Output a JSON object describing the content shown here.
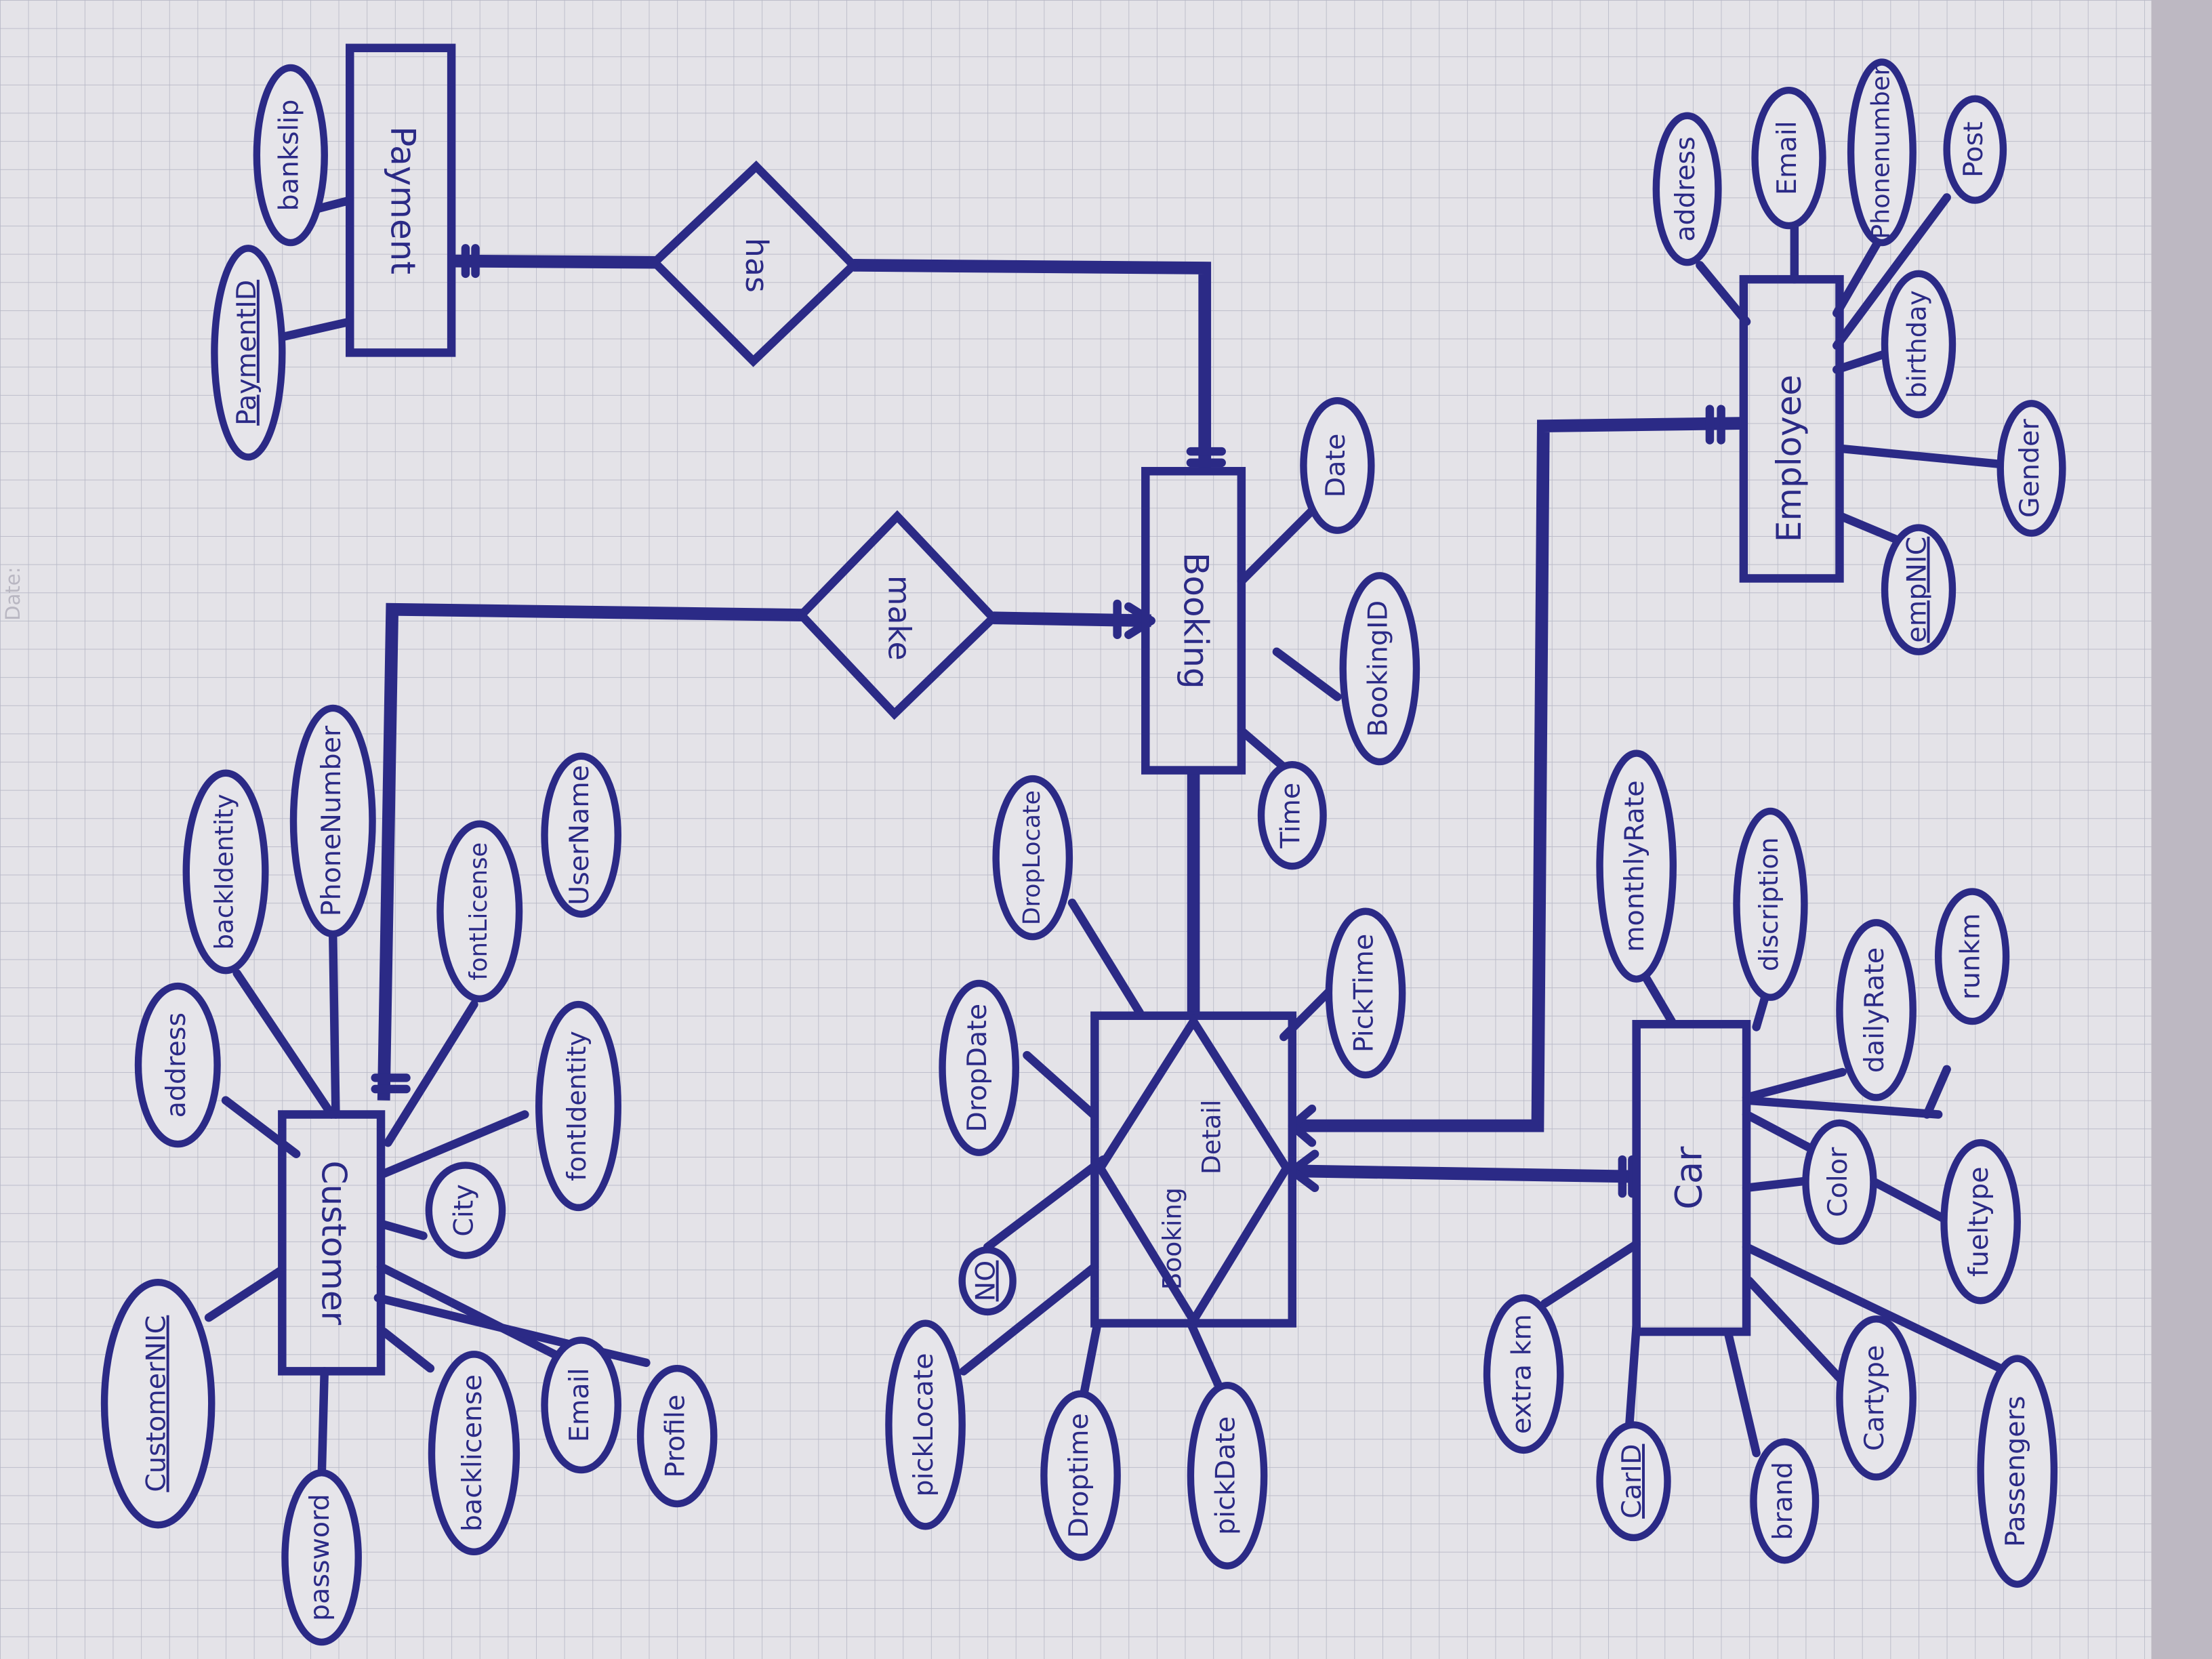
{
  "page_header": {
    "date_label": "Date:"
  },
  "entities": [
    {
      "id": "customer",
      "label": "Customer"
    },
    {
      "id": "booking",
      "label": "Booking"
    },
    {
      "id": "payment",
      "label": "Payment"
    },
    {
      "id": "employee",
      "label": "Employee"
    },
    {
      "id": "car",
      "label": "Car"
    }
  ],
  "associative_entity": {
    "id": "bookingdetail",
    "label_lines": [
      "Booking",
      "Detail"
    ]
  },
  "relationships": [
    {
      "id": "make",
      "label": "make"
    },
    {
      "id": "has",
      "label": "has"
    }
  ],
  "attributes": [
    {
      "id": "cust_nic",
      "label": "CustomerNIC",
      "key": true
    },
    {
      "id": "cust_address",
      "label": "address",
      "key": false
    },
    {
      "id": "cust_backidentity",
      "label": "backIdentity",
      "key": false
    },
    {
      "id": "cust_phone",
      "label": "PhoneNumber",
      "key": false
    },
    {
      "id": "cust_fontlicense",
      "label": "fontLicense",
      "key": false
    },
    {
      "id": "cust_username",
      "label": "UserName",
      "key": false
    },
    {
      "id": "cust_fontidentity",
      "label": "fontIdentity",
      "key": false
    },
    {
      "id": "cust_city",
      "label": "City",
      "key": false
    },
    {
      "id": "cust_backlicense",
      "label": "backlicense",
      "key": false
    },
    {
      "id": "cust_email",
      "label": "Email",
      "key": false
    },
    {
      "id": "cust_profile",
      "label": "Profile",
      "key": false
    },
    {
      "id": "cust_password",
      "label": "password",
      "key": false
    },
    {
      "id": "pay_id",
      "label": "PaymentID",
      "key": true
    },
    {
      "id": "pay_bankslip",
      "label": "bankslip",
      "key": false
    },
    {
      "id": "book_date",
      "label": "Date",
      "key": false
    },
    {
      "id": "book_id",
      "label": "BookingID",
      "key": false
    },
    {
      "id": "book_time",
      "label": "Time",
      "key": false
    },
    {
      "id": "bd_droplocate",
      "label": "DropLocate",
      "key": false
    },
    {
      "id": "bd_dropdate",
      "label": "DropDate",
      "key": false
    },
    {
      "id": "bd_no",
      "label": "NO",
      "key": true
    },
    {
      "id": "bd_picklocate",
      "label": "pickLocate",
      "key": false
    },
    {
      "id": "bd_droptime",
      "label": "Droptime",
      "key": false
    },
    {
      "id": "bd_pickdate",
      "label": "pickDate",
      "key": false
    },
    {
      "id": "bd_picktime",
      "label": "PickTime",
      "key": false
    },
    {
      "id": "emp_address",
      "label": "address",
      "key": false
    },
    {
      "id": "emp_email",
      "label": "Email",
      "key": false
    },
    {
      "id": "emp_phone",
      "label": "Phonenumber",
      "key": false
    },
    {
      "id": "emp_post",
      "label": "Post",
      "key": false
    },
    {
      "id": "emp_birthday",
      "label": "birthday",
      "key": false
    },
    {
      "id": "emp_gender",
      "label": "Gender",
      "key": false
    },
    {
      "id": "emp_nic",
      "label": "empNIC",
      "key": true
    },
    {
      "id": "car_monthlyrate",
      "label": "monthlyRate",
      "key": false
    },
    {
      "id": "car_discription",
      "label": "discription",
      "key": false
    },
    {
      "id": "car_dailyrate",
      "label": "dailyRate",
      "key": false
    },
    {
      "id": "car_runkm",
      "label": "runkm",
      "key": false
    },
    {
      "id": "car_color",
      "label": "Color",
      "key": false
    },
    {
      "id": "car_fueltype",
      "label": "fueltype",
      "key": false
    },
    {
      "id": "car_extrakm",
      "label": "extra km",
      "key": false
    },
    {
      "id": "car_id",
      "label": "CarID",
      "key": true
    },
    {
      "id": "car_brand",
      "label": "brand",
      "key": false
    },
    {
      "id": "car_cartype",
      "label": "Cartype",
      "key": false
    },
    {
      "id": "car_passengers",
      "label": "Passengers",
      "key": false
    }
  ],
  "colors": {
    "ink": "#2b2a86",
    "paper": "#e4e3e8",
    "grid": "#b7b8c6"
  }
}
